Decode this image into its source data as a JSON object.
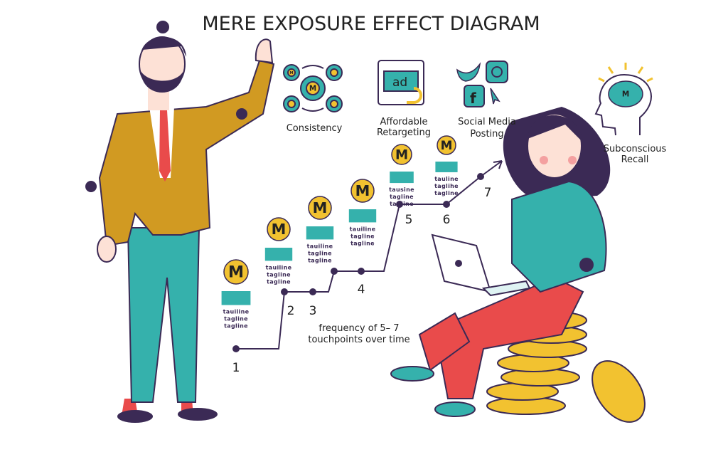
{
  "title": "MERE EXPOSURE EFFECT DIAGRAM",
  "colors": {
    "purple": "#3b2a55",
    "teal": "#35b1ac",
    "gold": "#f2c230",
    "mustard": "#d19a22",
    "red": "#e94b4b",
    "skin": "#fde1d6"
  },
  "icons": [
    {
      "name": "consistency-gears-icon",
      "label": "Consistency"
    },
    {
      "name": "ad-retargeting-icon",
      "label_lines": [
        "Affordable",
        "Retargeting"
      ],
      "glyph": "ad"
    },
    {
      "name": "social-media-icon",
      "label_lines": [
        "Social Media",
        "Posting"
      ]
    },
    {
      "name": "brain-head-icon",
      "label_lines": [
        "Subconscious",
        "Recall"
      ]
    }
  ],
  "touchpoints": [
    "1",
    "2",
    "3",
    "4",
    "5",
    "6",
    "7"
  ],
  "brand_letter": "M",
  "ad_cards": [
    {
      "lines": [
        "tauiline",
        "tagline",
        "tagline"
      ]
    },
    {
      "lines": [
        "tauiline",
        "tagline",
        "tagline"
      ]
    },
    {
      "lines": [
        "tauiline",
        "tagline",
        "tagline"
      ]
    },
    {
      "lines": [
        "tauiline",
        "tagline",
        "tagline"
      ]
    },
    {
      "lines": [
        "tausine",
        "tagline",
        "tagline"
      ]
    },
    {
      "lines": [
        "tauline",
        "taglihe",
        "tagline"
      ]
    }
  ],
  "caption_lines": [
    "frequency of 5– 7",
    "touchpoints over time"
  ]
}
